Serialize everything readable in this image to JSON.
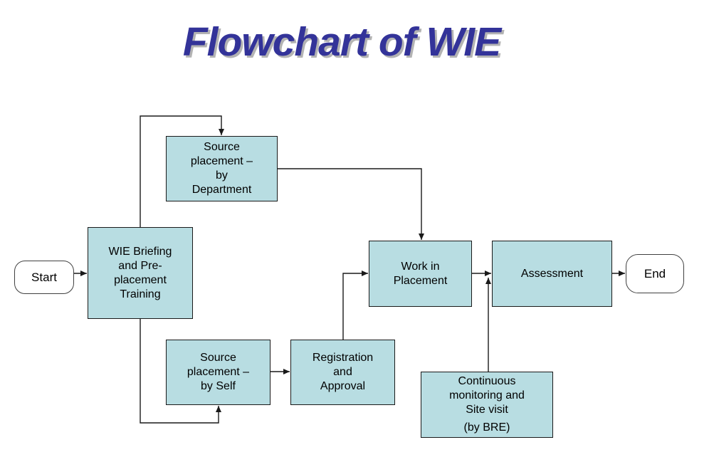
{
  "title": "Flowchart of WIE",
  "nodes": {
    "start": {
      "label": "Start"
    },
    "wie_briefing": {
      "label": "WIE Briefing\nand Pre-\nplacement\nTraining"
    },
    "source_dept": {
      "label": "Source\nplacement –\nby\nDepartment"
    },
    "source_self": {
      "label": "Source\nplacement –\nby Self"
    },
    "registration": {
      "label": "Registration\nand\nApproval"
    },
    "work": {
      "label": "Work in\nPlacement"
    },
    "assessment": {
      "label": "Assessment"
    },
    "monitoring": {
      "label": "Continuous\nmonitoring and\nSite visit",
      "sublabel": "(by BRE)"
    },
    "end": {
      "label": "End"
    }
  },
  "colors": {
    "node_fill": "#b8dde2",
    "node_border": "#1a1a1a",
    "connector": "#1a1a1a",
    "terminator_border": "#404040",
    "title_color": "#333399",
    "title_shadow": "#b3b3b3",
    "background": "#ffffff"
  }
}
